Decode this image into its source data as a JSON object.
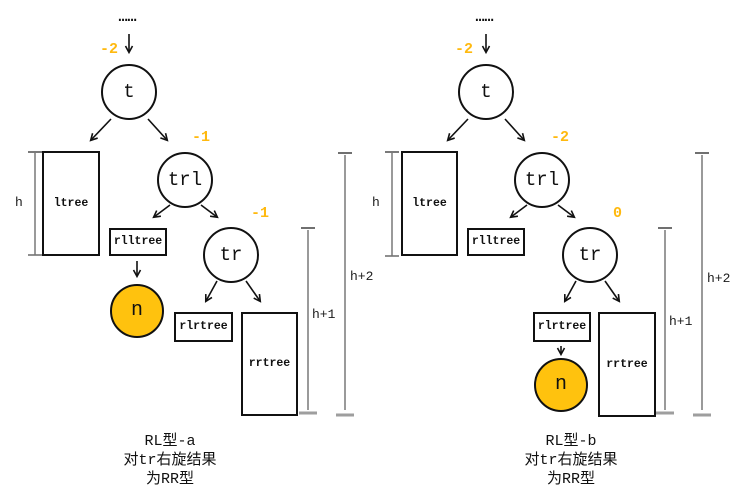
{
  "colors": {
    "highlight_node_fill": "#FFC20E",
    "balance_label_text": "#FFB90F",
    "tree_line": "#111111",
    "measure_line": "#808080",
    "measure_tick_bottom": "#9e9e9e"
  },
  "diagram_a": {
    "dots": "……",
    "root_balance": "-2",
    "node_t": "t",
    "trl_balance": "-1",
    "node_trl": "trl",
    "tr_balance": "-1",
    "node_tr": "tr",
    "node_n": "n",
    "box_ltree": "ltree",
    "box_rlltree": "rlltree",
    "box_rlrtree": "rlrtree",
    "box_rrtree": "rrtree",
    "measure_h": "h",
    "measure_h1": "h+1",
    "measure_h2": "h+2",
    "caption": {
      "line1": "RL型-a",
      "line2": "对tr右旋结果",
      "line3": "为RR型"
    }
  },
  "diagram_b": {
    "dots": "……",
    "root_balance": "-2",
    "node_t": "t",
    "trl_balance": "-2",
    "node_trl": "trl",
    "tr_balance": "0",
    "node_tr": "tr",
    "node_n": "n",
    "box_ltree": "ltree",
    "box_rlltree": "rlltree",
    "box_rlrtree": "rlrtree",
    "box_rrtree": "rrtree",
    "measure_h": "h",
    "measure_h1": "h+1",
    "measure_h2": "h+2",
    "caption": {
      "line1": "RL型-b",
      "line2": "对tr右旋结果",
      "line3": "为RR型"
    }
  }
}
